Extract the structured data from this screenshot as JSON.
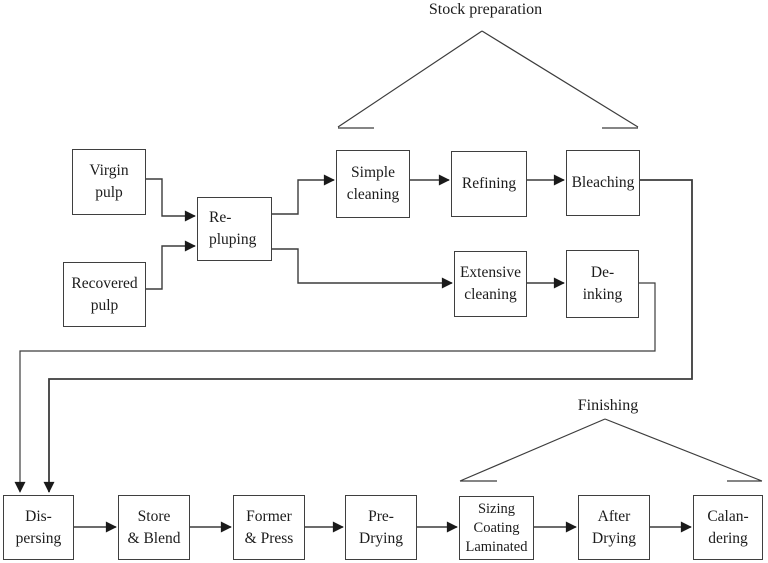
{
  "diagram": {
    "title_labels": {
      "stock_preparation": "Stock preparation",
      "finishing": "Finishing"
    },
    "colors": {
      "background": "#ffffff",
      "line": "#3c3c3c",
      "box_border": "#3f3f3f",
      "text": "#1c1c1c",
      "arrowhead": "#1a1a1a"
    },
    "nodes": [
      {
        "id": "virgin-pulp",
        "lines": [
          "Virgin",
          "pulp"
        ]
      },
      {
        "id": "recovered-pulp",
        "lines": [
          "Recovered",
          "pulp"
        ]
      },
      {
        "id": "re-pluping",
        "lines": [
          "Re-",
          "pluping"
        ]
      },
      {
        "id": "simple-cleaning",
        "lines": [
          "Simple",
          "cleaning"
        ]
      },
      {
        "id": "refining",
        "lines": [
          "Refining"
        ]
      },
      {
        "id": "bleaching",
        "lines": [
          "Bleaching"
        ]
      },
      {
        "id": "extensive-cleaning",
        "lines": [
          "Extensive",
          "cleaning"
        ]
      },
      {
        "id": "de-inking",
        "lines": [
          "De-",
          "inking"
        ]
      },
      {
        "id": "dispersing",
        "lines": [
          "Dis-",
          "persing"
        ]
      },
      {
        "id": "store-blend",
        "lines": [
          "Store",
          "& Blend"
        ]
      },
      {
        "id": "former-press",
        "lines": [
          "Former",
          "& Press"
        ]
      },
      {
        "id": "pre-drying",
        "lines": [
          "Pre-",
          "Drying"
        ]
      },
      {
        "id": "sizing-coating-laminated",
        "lines": [
          "Sizing",
          "Coating",
          "Laminated"
        ]
      },
      {
        "id": "after-drying",
        "lines": [
          "After",
          "Drying"
        ]
      },
      {
        "id": "calandering",
        "lines": [
          "Calan-",
          "dering"
        ]
      }
    ]
  }
}
